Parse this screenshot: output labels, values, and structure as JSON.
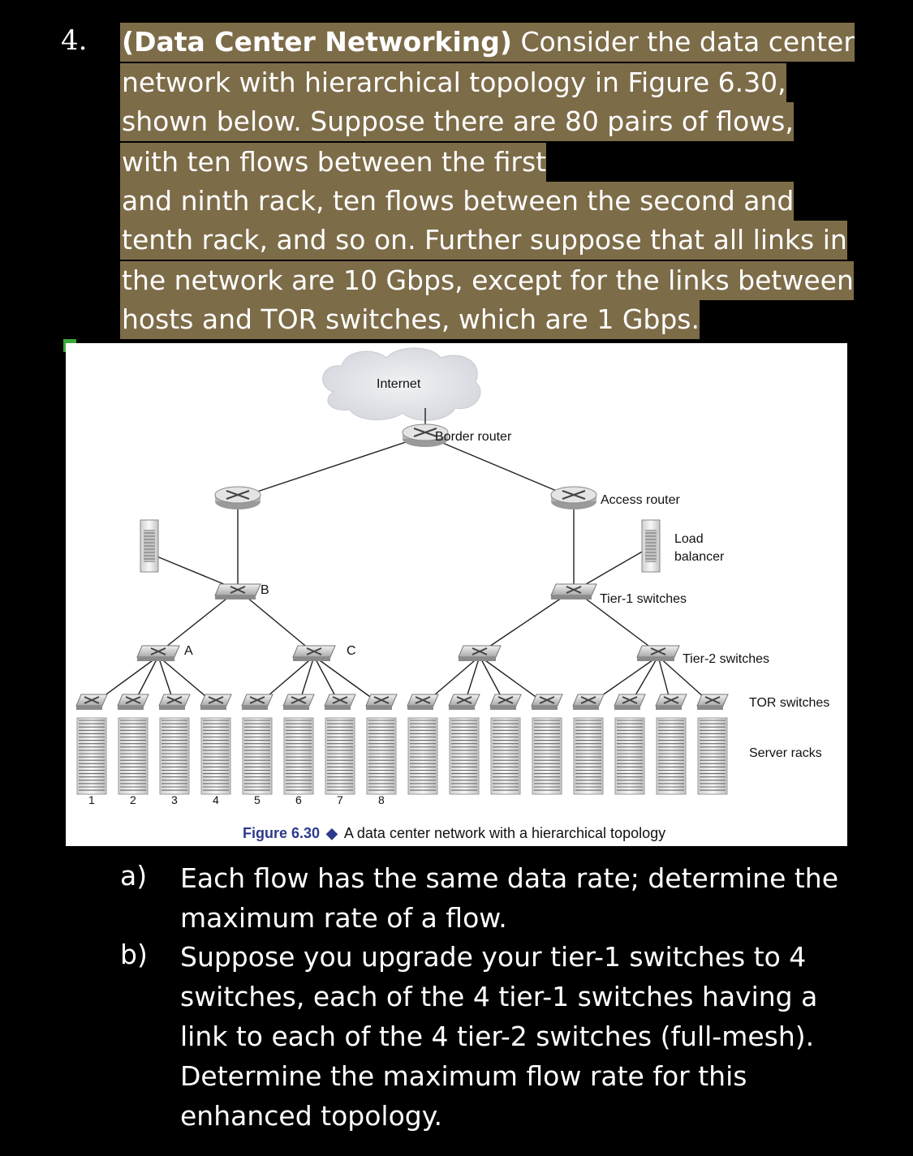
{
  "question": {
    "number": "4.",
    "title": "(Data Center Networking)",
    "lines": [
      " Consider the data center",
      "network with hierarchical topology in Figure 6.30,",
      "shown below. Suppose there are 80 pairs of flows,",
      "with ten flows between the first",
      "and ninth rack, ten flows between the second and",
      "tenth rack, and so on. Further suppose that all links in",
      "the network are 10 Gbps, except for the links between",
      "hosts and TOR switches, which are 1 Gbps."
    ]
  },
  "figure": {
    "internet": "Internet",
    "border_router": "Border router",
    "access_router": "Access router",
    "load_balancer_1": "Load",
    "load_balancer_2": "balancer",
    "tier1": "Tier-1 switches",
    "tier2": "Tier-2 switches",
    "tor": "TOR switches",
    "racks": "Server racks",
    "label_a": "A",
    "label_b": "B",
    "label_c": "C",
    "rack_numbers": [
      "1",
      "2",
      "3",
      "4",
      "5",
      "6",
      "7",
      "8"
    ],
    "caption_bold": "Figure 6.30",
    "caption_sep": "◆",
    "caption_text": "A data center network with a hierarchical topology"
  },
  "parts": {
    "a_label": "a)",
    "a_text": "Each flow has the same data rate; determine the maximum rate of a flow.",
    "b_label": "b)",
    "b_text": "Suppose you upgrade your tier-1 switches to 4 switches, each of the 4 tier-1 switches having a link to each of the 4 tier-2 switches (full-mesh). Determine the maximum flow rate for this enhanced topology."
  }
}
